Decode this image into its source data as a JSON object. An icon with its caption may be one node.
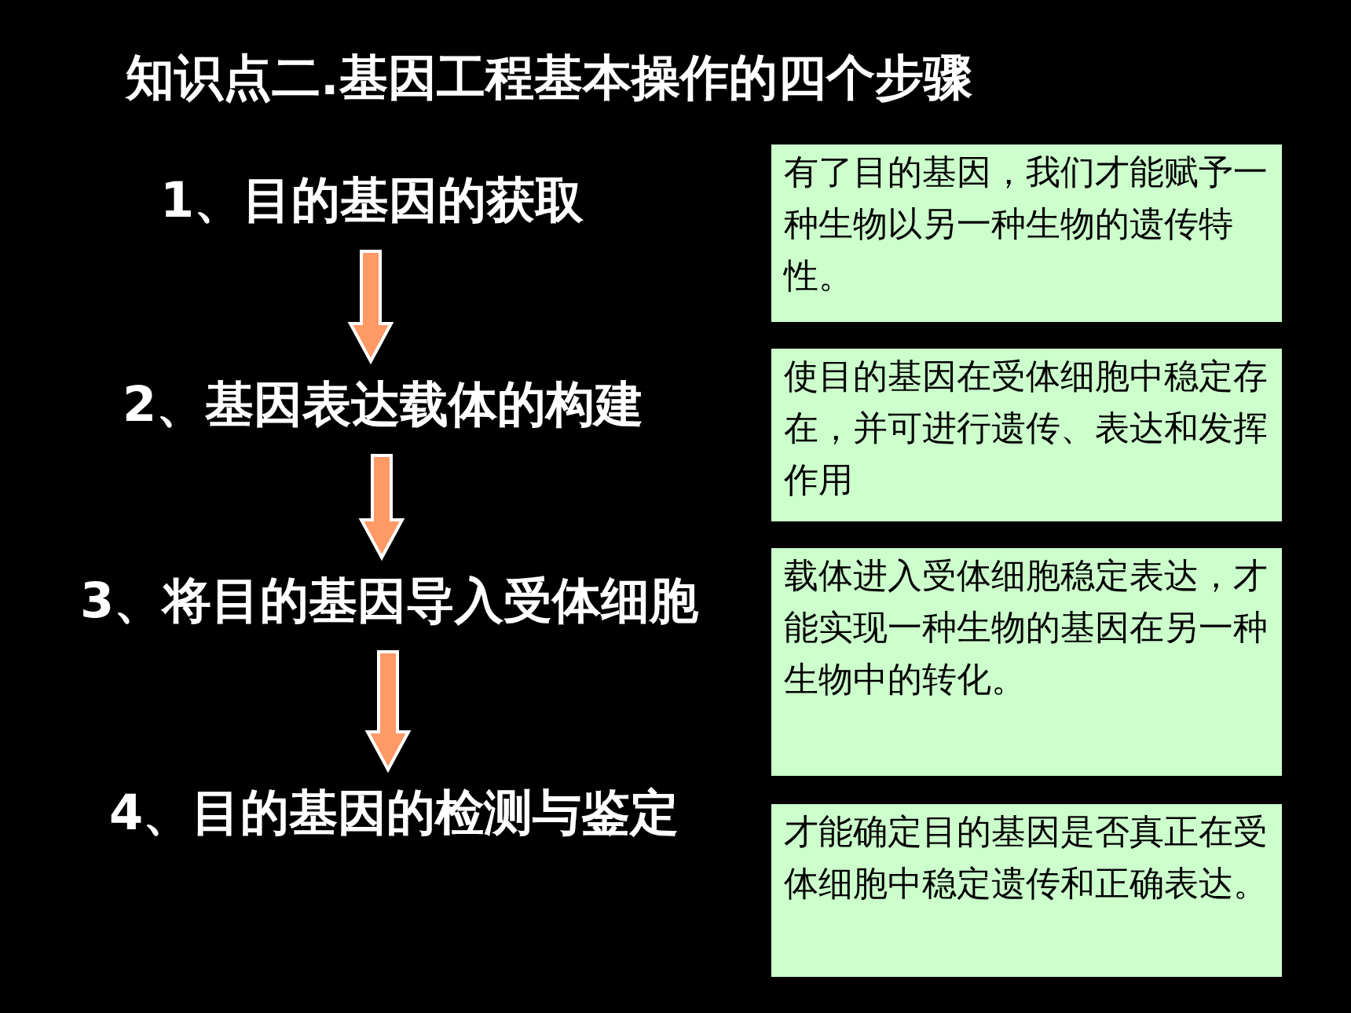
{
  "diagram": {
    "title": "知识点二.基因工程基本操作的四个步骤",
    "nodes": [
      {
        "text": [
          "1、目的基因的获取"
        ]
      },
      {
        "text": [
          "2、基因表达载体的构建"
        ]
      },
      {
        "text": [
          "3、将目的基因导入受体细胞"
        ]
      },
      {
        "text": [
          "4、目的基因的检测与鉴定"
        ]
      },
      {
        "text": [
          "有了目的基因，我们才能赋予一种生物以另一种生物的遗传特性。"
        ]
      },
      {
        "text": [
          "使目的基因在受体细胞中稳定存在，并可进行遗传、表达和发挥作用"
        ]
      },
      {
        "text": [
          "载体进入受体细胞稳定表达，才能实现一种生物的基因在另一种生物中的转化。"
        ]
      },
      {
        "text": [
          "才能确定目的基因是否真正在受体细胞中稳定遗传和正确表达。"
        ]
      }
    ],
    "edges": [
      {
        "from": 0,
        "to": 1,
        "arrow": "to"
      },
      {
        "from": 1,
        "to": 2,
        "arrow": "to"
      },
      {
        "from": 2,
        "to": 3,
        "arrow": "to"
      }
    ]
  }
}
